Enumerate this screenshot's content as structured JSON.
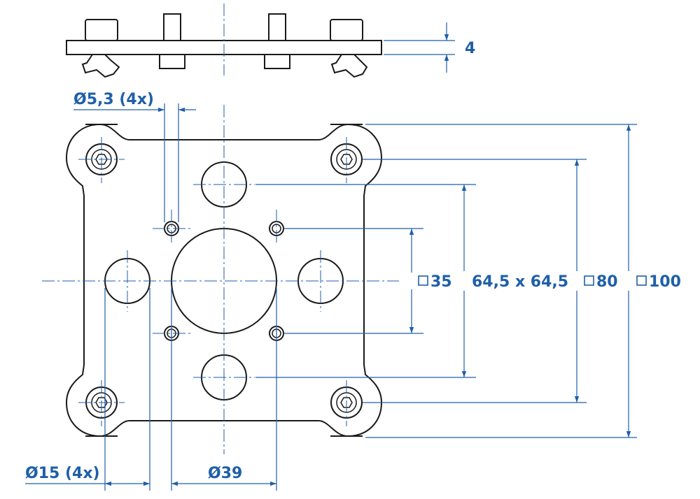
{
  "diagram": {
    "dimensions": {
      "plate_thickness": "4",
      "hole_small": "Ø5,3 (4x)",
      "square_35": "35",
      "hole_pattern": "64,5 x 64,5",
      "square_80": "80",
      "square_100": "100",
      "hole_large": "Ø15 (4x)",
      "bore_center": "Ø39"
    },
    "colors": {
      "dimension": "#1f5fa8",
      "outline": "#1a1a1a"
    }
  }
}
